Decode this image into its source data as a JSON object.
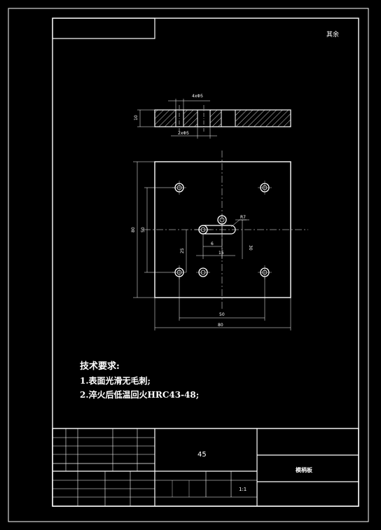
{
  "corner_mark": "其余",
  "dimensions": {
    "top_hole_label": "4xΦ5",
    "bottom_hole_label": "2xΦ5",
    "thickness": "10",
    "overall_height": "80",
    "inner_height": "50",
    "radius": "R7",
    "offset_25": "25",
    "small_6": "6",
    "small_15": "15",
    "small_30": "30",
    "inner_width": "50",
    "overall_width": "80"
  },
  "technical_requirements": {
    "title": "技术要求:",
    "items": [
      "1.表面光滑无毛刺;",
      "2.淬火后低温回火HRC43-48;"
    ]
  },
  "title_block": {
    "material": "45",
    "part_name": "模柄板",
    "scale": "1:1"
  }
}
